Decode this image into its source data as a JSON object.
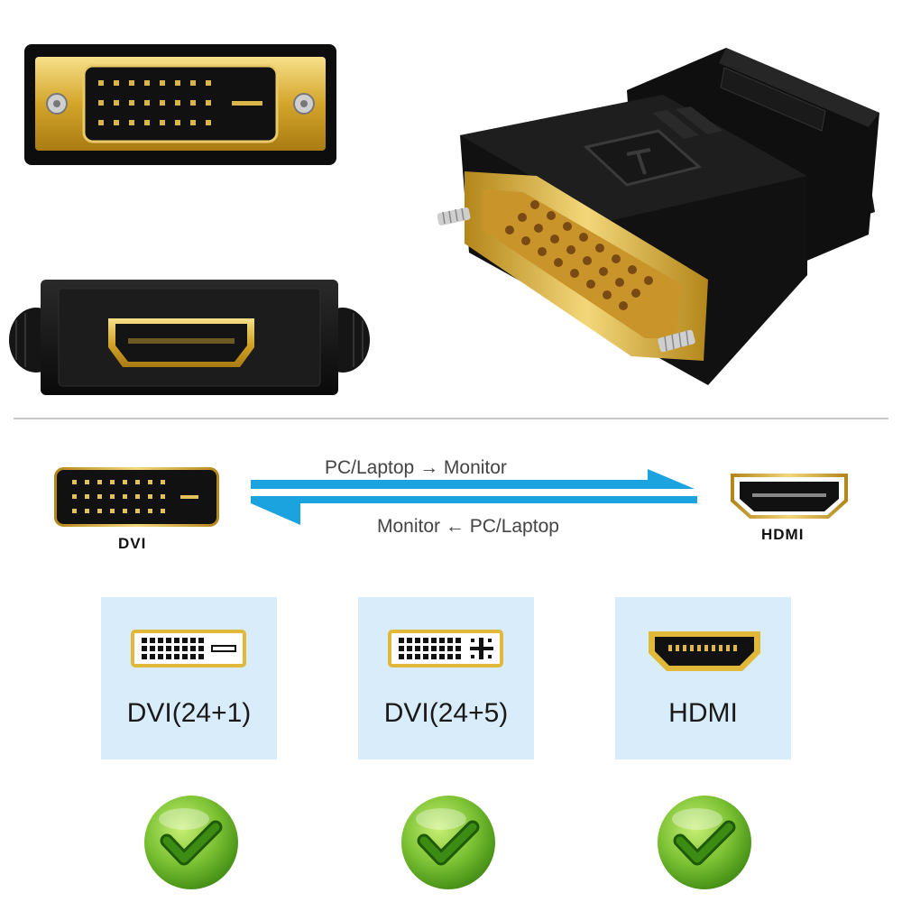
{
  "diagram": {
    "forward_text": "PC/Laptop → Monitor",
    "reverse_text": "Monitor ← PC/Laptop",
    "left_port": "DVI",
    "right_port": "HDMI",
    "arrow_color": "#1aa3de"
  },
  "compatibility": [
    {
      "label": "DVI(24+1)",
      "icon": "dvi-24-1-port-icon",
      "status_icon": "check-icon"
    },
    {
      "label": "DVI(24+5)",
      "icon": "dvi-24-5-port-icon",
      "status_icon": "check-icon"
    },
    {
      "label": "HDMI",
      "icon": "hdmi-port-icon",
      "status_icon": "check-icon"
    }
  ],
  "colors": {
    "gold": "#d4a52a",
    "card_bg": "#d9ecf9",
    "check_green": "#6bb52a"
  }
}
